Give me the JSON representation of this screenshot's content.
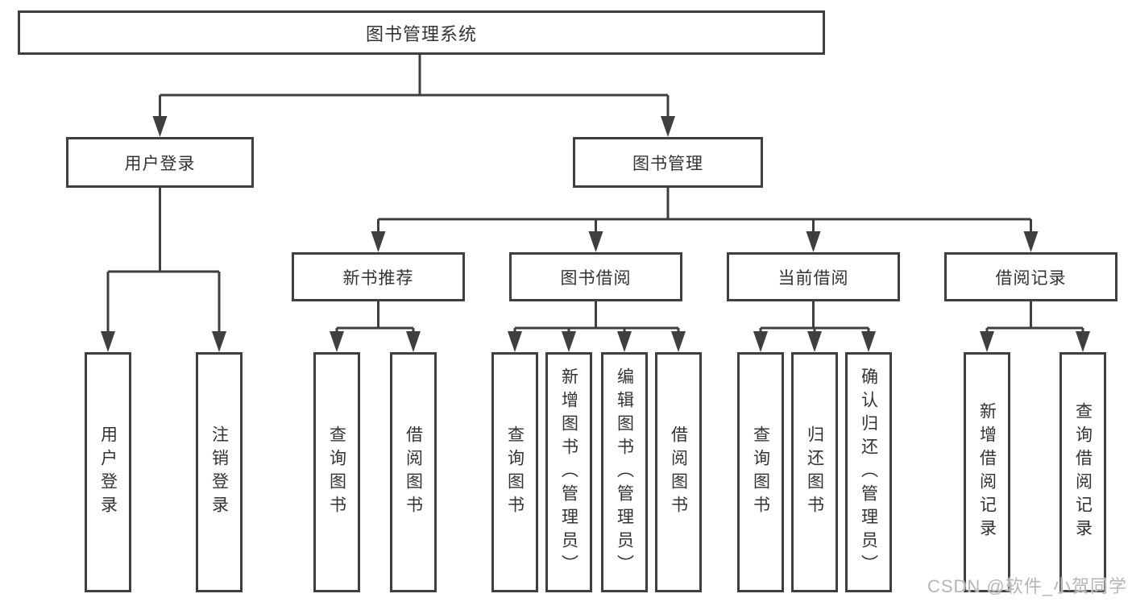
{
  "diagram": {
    "root": "图书管理系统",
    "level2": [
      "用户登录",
      "图书管理"
    ],
    "level3": [
      "新书推荐",
      "图书借阅",
      "当前借阅",
      "借阅记录"
    ],
    "leaves_user": [
      "用户登录",
      "注销登录"
    ],
    "leaves_newbook": [
      "查询图书",
      "借阅图书"
    ],
    "leaves_bookborrow": [
      "查询图书",
      "新增图书（管理员）",
      "编辑图书（管理员）",
      "借阅图书"
    ],
    "leaves_current": [
      "查询图书",
      "归还图书",
      "确认归还（管理员）"
    ],
    "leaves_records": [
      "新增借阅记录",
      "查询借阅记录"
    ],
    "watermark": "CSDN @软件_小贺同学",
    "colors": {
      "line": "#3f3f3f",
      "text": "#333333",
      "watermark": "#b5b5b5",
      "background": "#ffffff"
    }
  }
}
